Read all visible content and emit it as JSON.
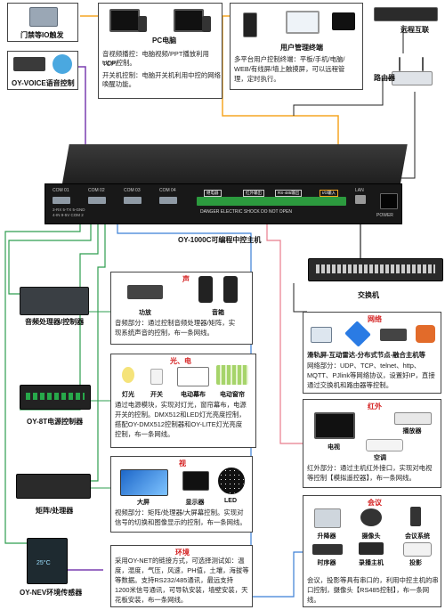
{
  "left": {
    "io_trigger": "门禁等IO触发",
    "voice": "OY-VOICE语音控制",
    "audio": "音频处理器/控制器",
    "power": "OY-8T电源控制器",
    "matrix": "矩阵/处理器",
    "env_sensor": "OY-NEV环境传感器",
    "env_temp": "25°C"
  },
  "top": {
    "pc_title": "PC电脑",
    "pc_desc": [
      "音视频播控：电脑视频/PPT播放利用TCP/",
      "UDP控制。",
      "开关机控制：电脑开关机利用中控的网络",
      "唤醒功能。"
    ],
    "user_title": "用户管理终端",
    "user_desc": [
      "多平台用户控制终端：平板/手机/电脑/",
      "WEB/有线屏/墙上触摸屏，可以远程管",
      "理，定时执行。"
    ],
    "remote": "远程互联",
    "router": "路由器"
  },
  "host": {
    "com_labels": [
      "COM 01",
      "COM 02",
      "COM 03",
      "COM 04"
    ],
    "small_text": [
      "3-RX 5-TX 5-GND",
      "4-IN 9-5V COM 2"
    ],
    "section_labels": [
      "继电器",
      "红外输出",
      "RS-485输出",
      "I/O输入"
    ],
    "lan": "LAN",
    "power": "POWER",
    "warning": "DANGER ELECTRIC SHOCK DO NOT OPEN",
    "sub": "OY-1000C可编程中控主机"
  },
  "switch_label": "交换机",
  "sections": {
    "audio": {
      "tag": "声",
      "items": [
        "功放",
        "音箱"
      ],
      "desc": [
        "音频部分：通过控制音频处理器/矩阵，实",
        "现系统声音的控制，布一条网线。"
      ]
    },
    "light": {
      "tag": "光、电",
      "items": [
        "灯光",
        "开关",
        "电动幕布",
        "电动窗帘"
      ],
      "desc": [
        "通过电源模块，实现对灯光，窗帘幕布，电源",
        "开关的控制。DMX512和LED灯光亮度控制，",
        "搭配OY-DMX512控制器和OY-LITE灯光亮度",
        "控制，布一条网线。"
      ]
    },
    "video": {
      "tag": "视",
      "items": [
        "大屏",
        "显示器",
        "LED"
      ],
      "desc": [
        "视频部分：矩阵/处理器/大屏幕控制。实现对",
        "信号的切换和图像显示的控制，布一条网线。"
      ]
    },
    "env": {
      "tag": "环境",
      "desc": [
        "采用OY-NET的链接方式，可选择测试如：温",
        "度，湿度，气压，风速，PH值，土壤，海拔等",
        "等数据。支持RS232/485通讯，最远支持",
        "1200米信号通讯，可导轨安装，墙壁安装，天",
        "花板安装，布一条网线。"
      ]
    },
    "network": {
      "tag": "网络",
      "title": "滑轨屏-互动雷达-分布式节点-融合主机等",
      "desc": [
        "网络部分：UDP、TCP、telnet、http、",
        "MQTT、PJlink等网络协议，设置好IP，直接",
        "通过交换机和路由器等控制。"
      ]
    },
    "ir": {
      "tag": "红外",
      "items": [
        "电视",
        "空调",
        "播放器"
      ],
      "desc": [
        "红外部分：通过主机红外接口，实现对电视",
        "等控制【模拟遥控器】，布一条网线。"
      ]
    },
    "meeting": {
      "tag": "会议",
      "items": [
        "升降器",
        "摄像头",
        "会议系统",
        "时序器",
        "录播主机",
        "投影"
      ],
      "desc": [
        "会议，投影等具有串口的，利用中控主机的串",
        "口控制，摄像头【RS485控制】，布一条网线。"
      ],
      "link_text": "摄像头【RS485控制】"
    }
  },
  "colors": {
    "orange": "#f5a623",
    "green": "#2e9e4f",
    "purple": "#7a3fb0",
    "blue": "#3b7fd6",
    "pink": "#e87c8c",
    "black": "#222222",
    "red_tag": "#d42020"
  }
}
